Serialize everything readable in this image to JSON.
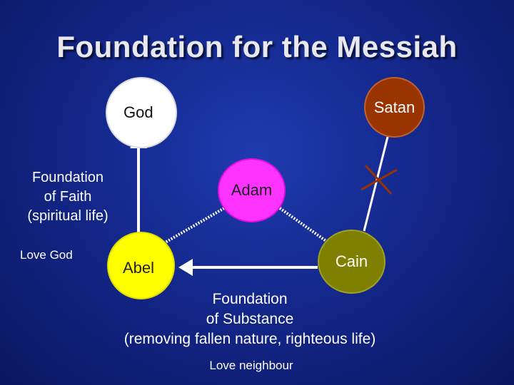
{
  "title": "Foundation for the Messiah",
  "nodes": {
    "god": "God",
    "satan": "Satan",
    "adam": "Adam",
    "abel": "Abel",
    "cain": "Cain"
  },
  "labels": {
    "foundation_of_faith": [
      "Foundation",
      "of Faith",
      "(spiritual life)"
    ],
    "love_god": "Love God",
    "foundation_of_substance": [
      "Foundation",
      "of Substance",
      "(removing fallen nature, righteous life)"
    ],
    "love_neighbour": "Love neighbour"
  },
  "colors": {
    "god": "#ffffff",
    "satan": "#993300",
    "adam": "#ff33ff",
    "abel": "#ffff00",
    "cain": "#808000",
    "background": "#14288c",
    "cross_mark": "#993300"
  }
}
